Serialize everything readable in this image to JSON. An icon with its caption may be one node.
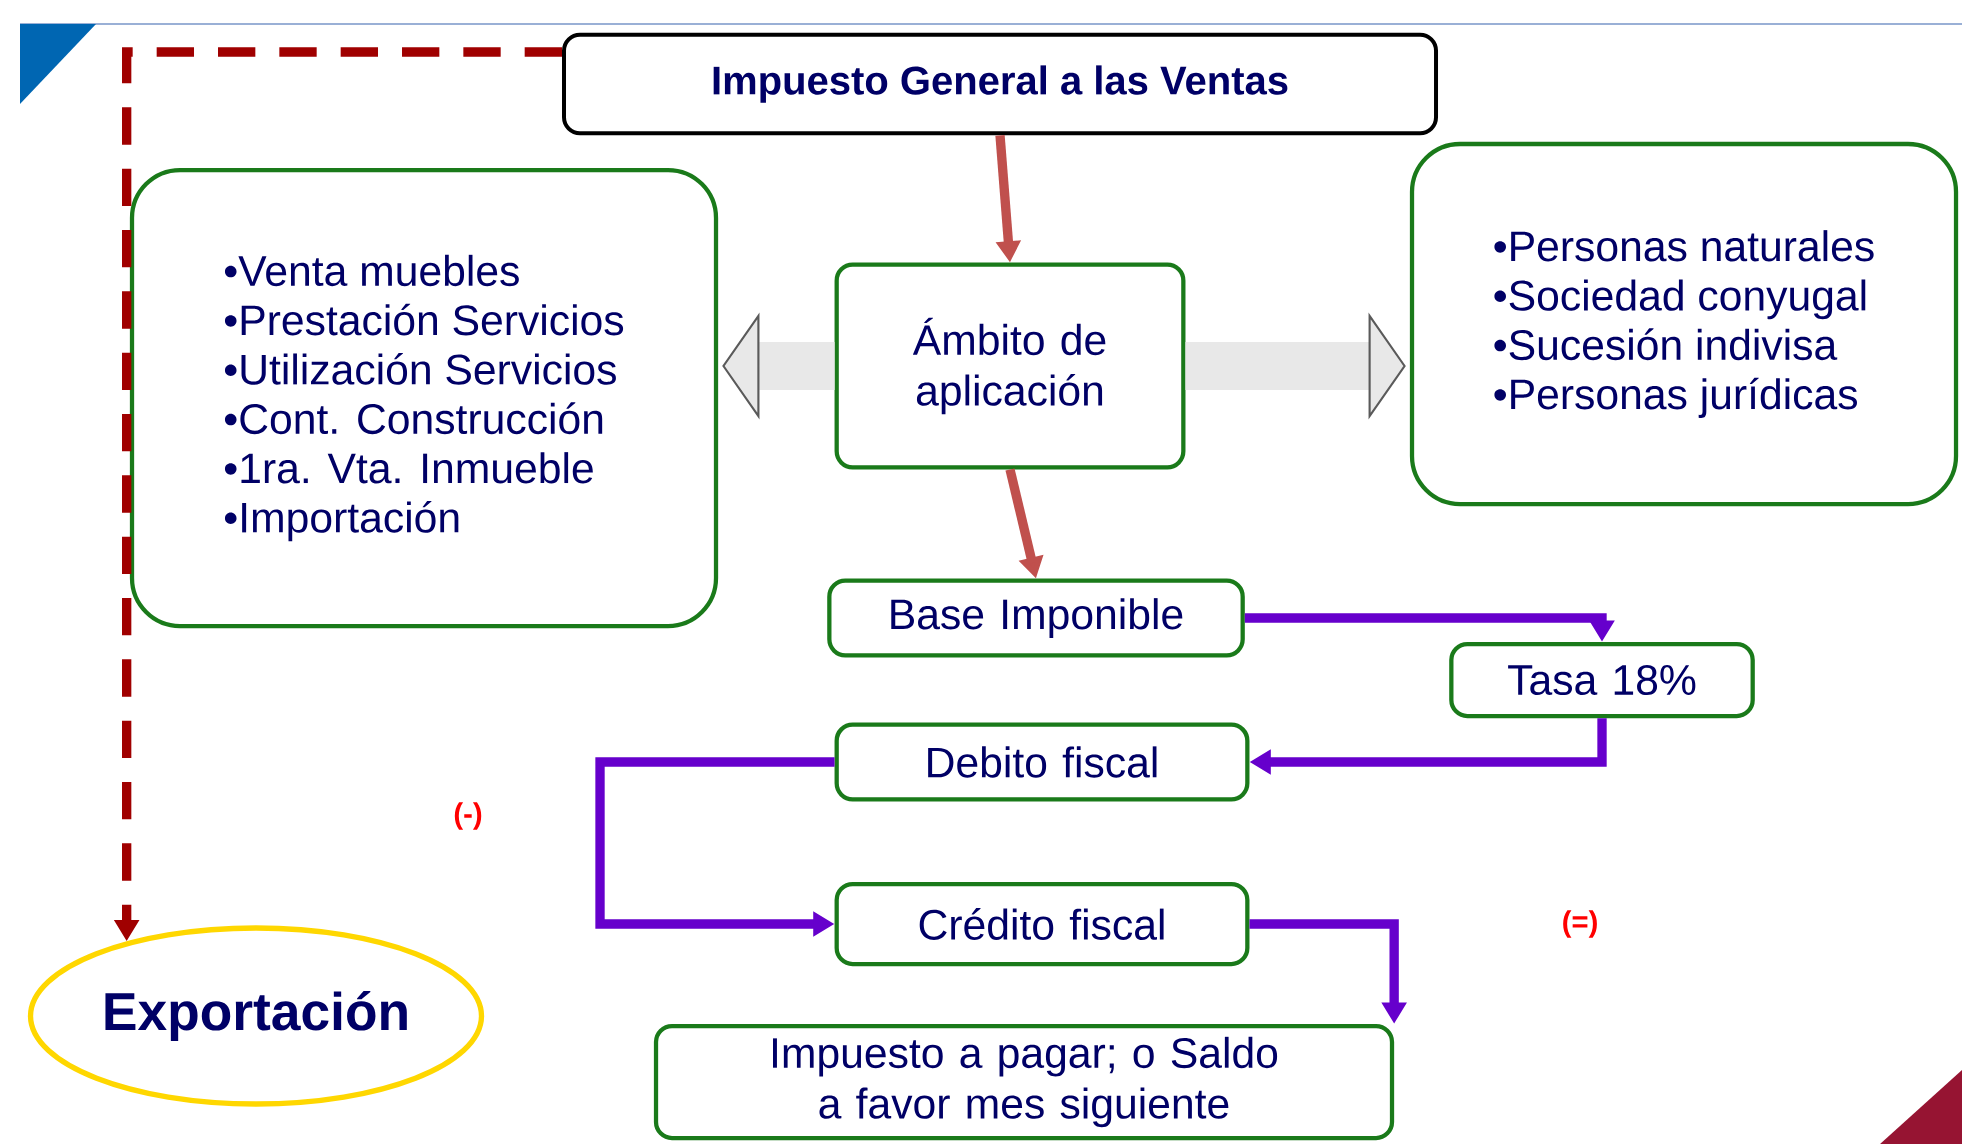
{
  "diagram": {
    "nodes": [
      {
        "text": [
          "Impuesto General a las Ventas"
        ]
      },
      {
        "text": [
          "•Venta muebles",
          "•Prestación Servicios",
          "•Utilización Servicios",
          "•Cont. Construcción",
          "•1ra. Vta. Inmueble",
          "•Importación"
        ]
      },
      {
        "text": [
          "Ámbito de aplicación"
        ]
      },
      {
        "text": [
          "•Personas naturales",
          "•Sociedad conyugal",
          "•Sucesión indivisa",
          "•Personas jurídicas"
        ]
      },
      {
        "text": [
          "Base Imponible"
        ]
      },
      {
        "text": [
          "Tasa 18%"
        ]
      },
      {
        "text": [
          "Debito fiscal"
        ]
      },
      {
        "text": [
          "Crédito fiscal"
        ]
      },
      {
        "text": [
          "Impuesto a pagar; o Saldo a favor mes siguiente"
        ]
      },
      {
        "text": [
          "Exportación"
        ]
      }
    ],
    "edges": [
      {
        "from": 0,
        "to": 2,
        "arrow": "to",
        "color": "#c0504d"
      },
      {
        "from": 2,
        "to": 1,
        "arrow": "to",
        "style": "thick",
        "color": "#e8e8e8"
      },
      {
        "from": 2,
        "to": 3,
        "arrow": "to",
        "style": "thick",
        "color": "#e8e8e8"
      },
      {
        "from": 2,
        "to": 4,
        "arrow": "to",
        "color": "#c0504d"
      },
      {
        "from": 4,
        "to": 5,
        "arrow": "to"
      },
      {
        "from": 5,
        "to": 6,
        "arrow": "to"
      },
      {
        "from": 6,
        "to": 7,
        "arrow": "to"
      },
      {
        "from": 7,
        "to": 8,
        "arrow": "to"
      },
      {
        "from": 0,
        "to": 9,
        "arrow": "to",
        "style": "dashed",
        "color": "#a00000"
      }
    ],
    "labels": [
      "(-)",
      "(=)"
    ]
  }
}
